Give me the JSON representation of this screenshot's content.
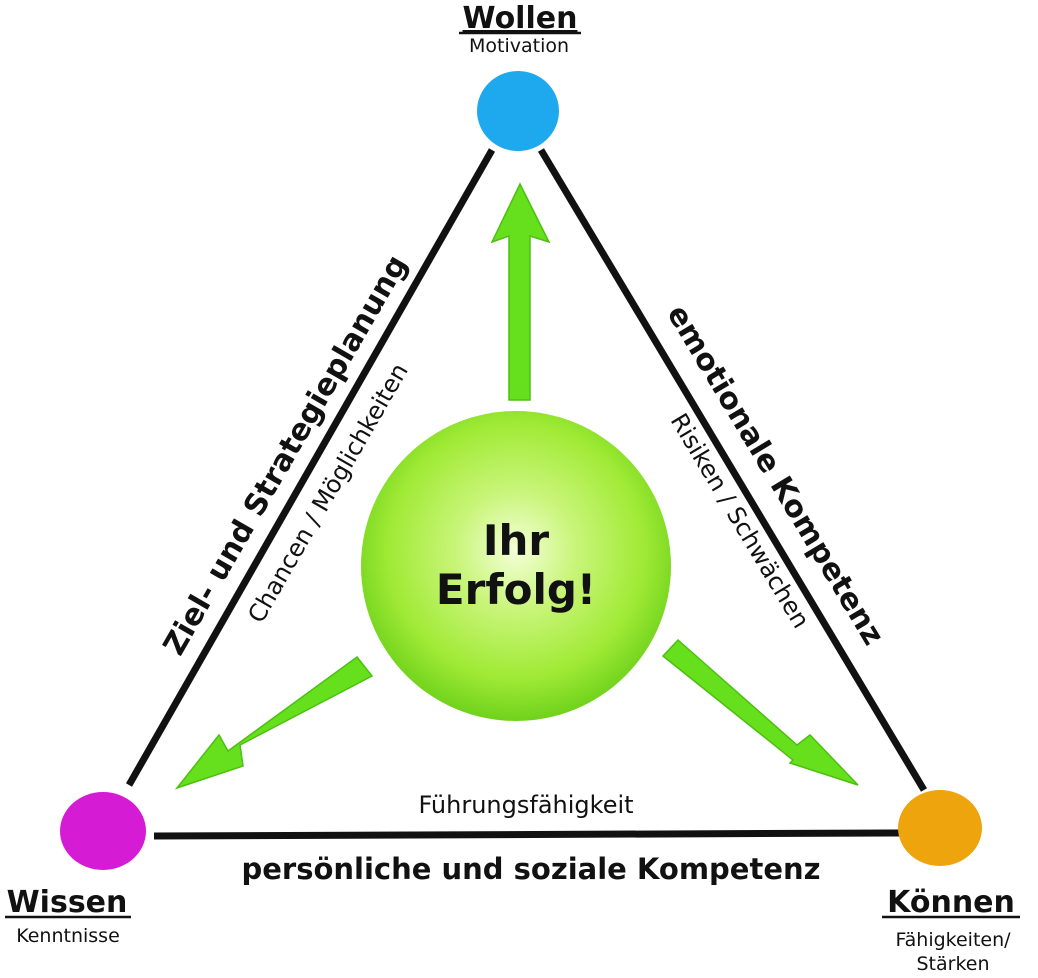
{
  "center": {
    "line1": "Ihr",
    "line2": "Erfolg!"
  },
  "nodes": {
    "top": {
      "title": "Wollen",
      "subtitle": "Motivation",
      "color": "#1ea8ee"
    },
    "left": {
      "title": "Wissen",
      "subtitle": "Kenntnisse",
      "color": "#d61bd4"
    },
    "right": {
      "title": "Können",
      "subtitle_line1": "Fähigkeiten/",
      "subtitle_line2": "Stärken",
      "color": "#eea40c"
    }
  },
  "edges": {
    "left": {
      "bold": "Ziel- und Strategieplanung",
      "thin": "Chancen / Möglichkeiten"
    },
    "right": {
      "bold": "emotionale Kompetenz",
      "thin": "Risiken / Schwächen"
    },
    "bottom": {
      "bold": "persönliche und soziale Kompetenz",
      "thin": "Führungsfähigkeit"
    }
  },
  "colors": {
    "arrow": "#66e01c",
    "arrow_stroke": "#4cc010",
    "line": "#111111",
    "sphere_light": "#f4ffd8",
    "sphere_mid": "#a8ee3c",
    "sphere_dark": "#5fcc1a"
  }
}
